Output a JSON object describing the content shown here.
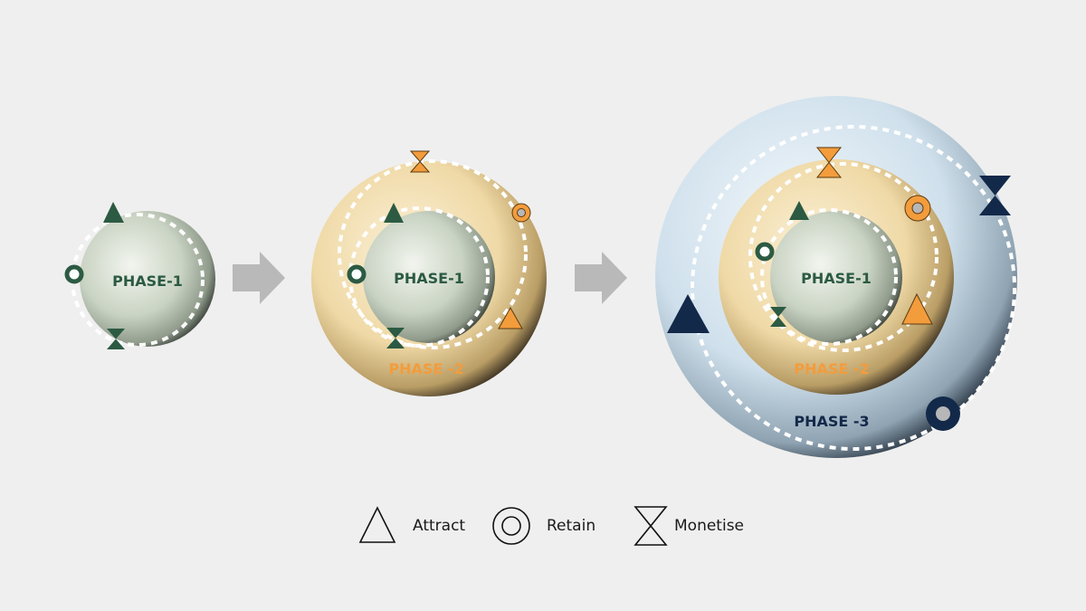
{
  "diagrams": [
    {
      "phases": [
        {
          "label": "PHASE-1"
        }
      ]
    },
    {
      "phases": [
        {
          "label": "PHASE-1"
        },
        {
          "label": "PHASE -2"
        }
      ]
    },
    {
      "phases": [
        {
          "label": "PHASE-1"
        },
        {
          "label": "PHASE -2"
        },
        {
          "label": "PHASE -3"
        }
      ]
    }
  ],
  "legend": {
    "attract": "Attract",
    "retain": "Retain",
    "monetise": "Monetise"
  },
  "colors": {
    "phase1": "#2c5a43",
    "phase2": "#f39c3c",
    "phase3": "#13294a",
    "arrow": "#b9b9b9",
    "background": "#efefef"
  }
}
